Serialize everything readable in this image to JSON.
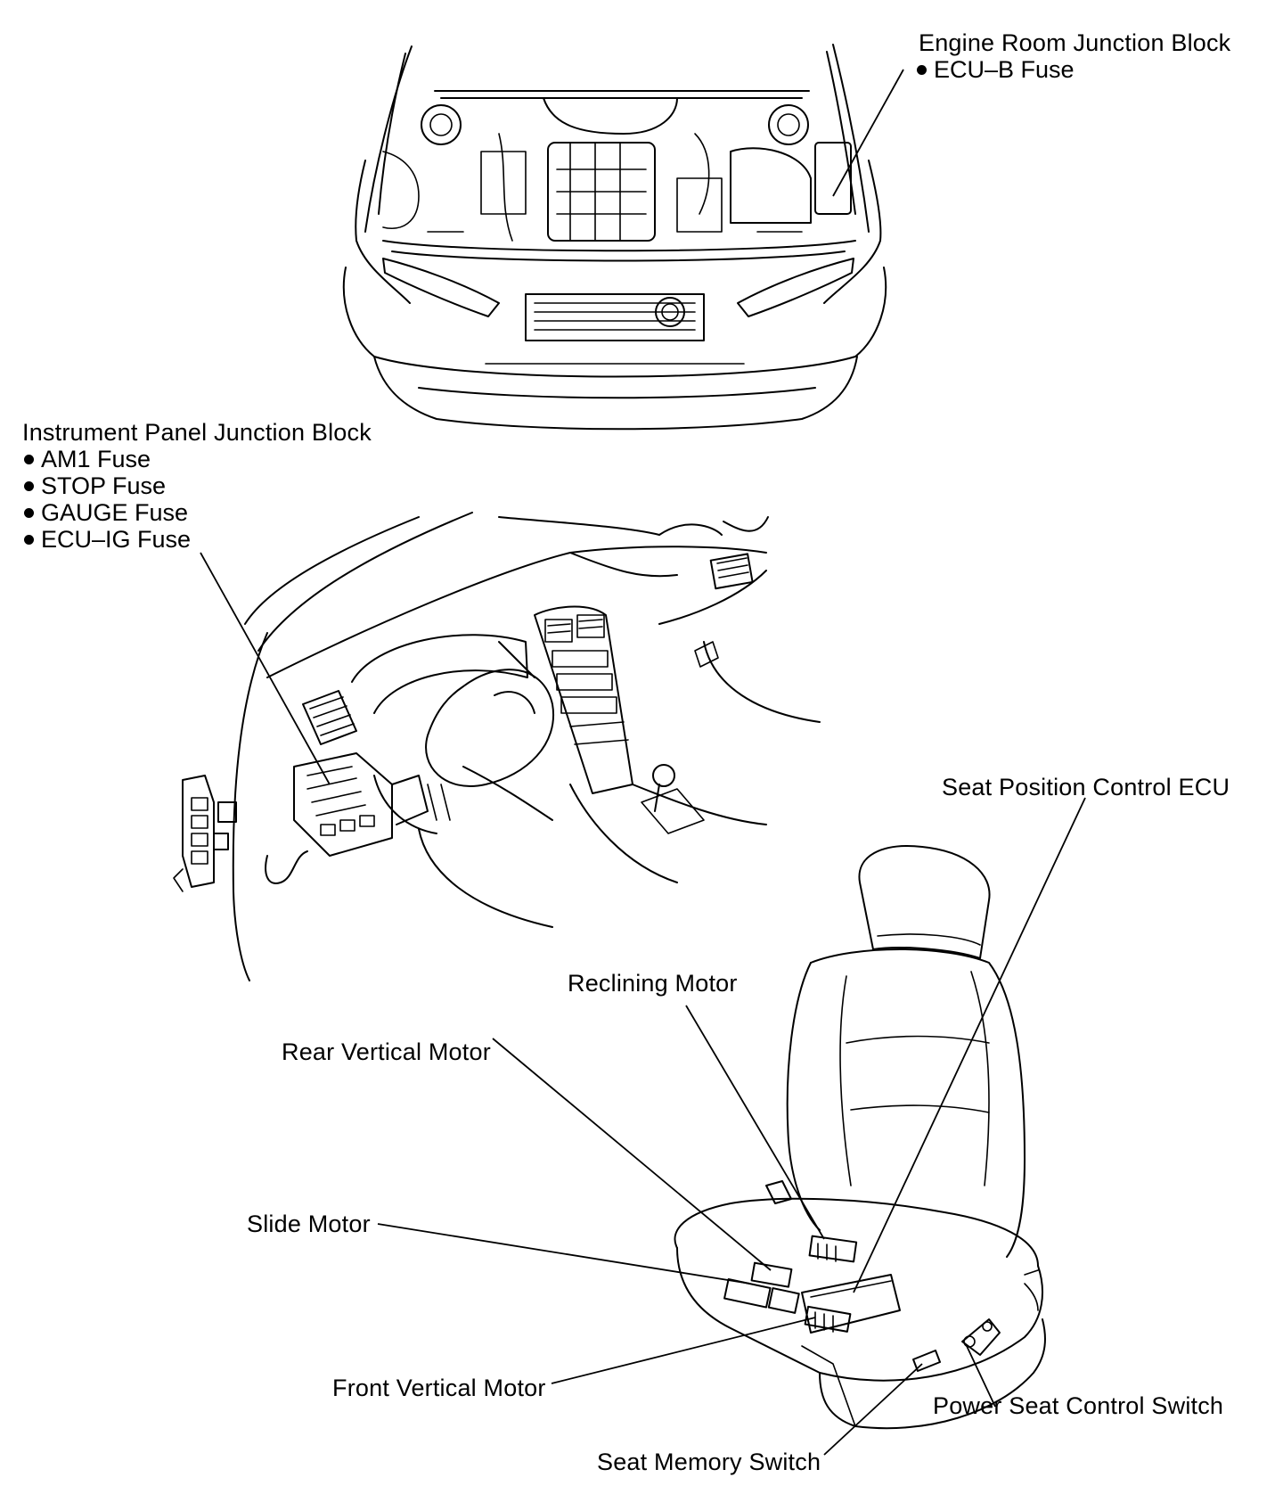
{
  "labels": {
    "engine_room_junction_block": "Engine Room Junction Block",
    "ecu_b_fuse": "ECU–B Fuse",
    "instrument_panel_junction_block": "Instrument Panel Junction Block",
    "am1_fuse": "AM1 Fuse",
    "stop_fuse": "STOP Fuse",
    "gauge_fuse": "GAUGE Fuse",
    "ecu_ig_fuse": "ECU–IG Fuse",
    "seat_position_control_ecu": "Seat Position Control ECU",
    "reclining_motor": "Reclining Motor",
    "rear_vertical_motor": "Rear Vertical Motor",
    "slide_motor": "Slide Motor",
    "front_vertical_motor": "Front Vertical Motor",
    "seat_memory_switch": "Seat Memory Switch",
    "power_seat_control_switch": "Power Seat Control Switch"
  },
  "icons": {
    "car_engine_bay": "car-front-engine-bay-illustration",
    "dashboard": "instrument-panel-illustration",
    "junction_block": "junction-block-illustration",
    "seat": "power-seat-illustration"
  }
}
